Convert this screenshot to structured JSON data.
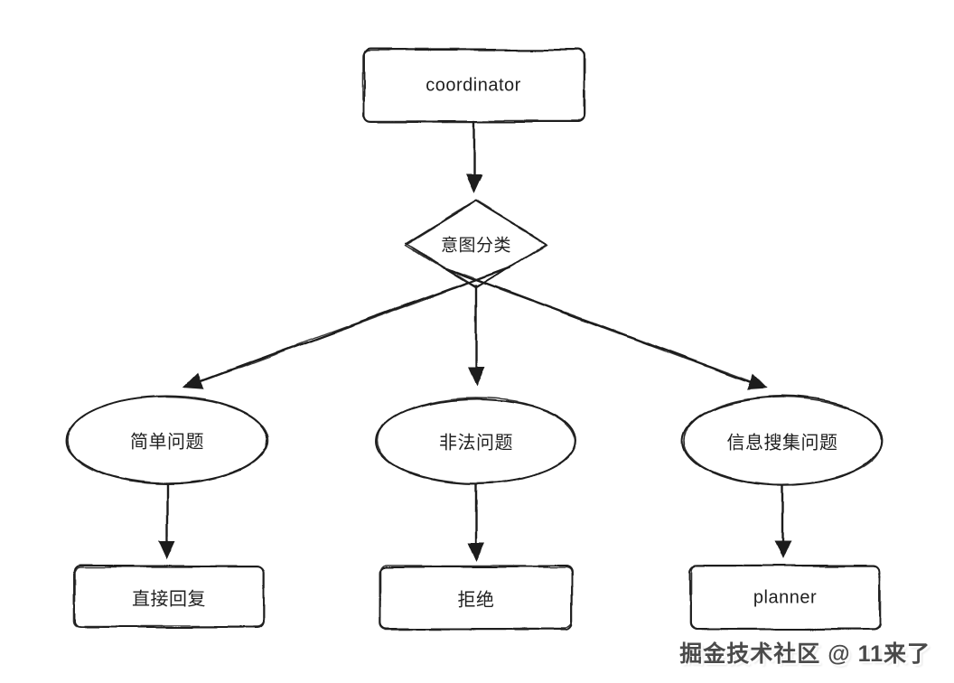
{
  "diagram": {
    "type": "flowchart",
    "style": "hand-drawn",
    "stroke_color": "#1e1e1e",
    "background_color": "#ffffff",
    "nodes": {
      "coordinator": {
        "label": "coordinator",
        "shape": "rectangle"
      },
      "intent": {
        "label": "意图分类",
        "shape": "diamond"
      },
      "simple": {
        "label": "简单问题",
        "shape": "ellipse"
      },
      "illegal": {
        "label": "非法问题",
        "shape": "ellipse"
      },
      "info_gathering": {
        "label": "信息搜集问题",
        "shape": "ellipse"
      },
      "direct_reply": {
        "label": "直接回复",
        "shape": "rectangle"
      },
      "reject": {
        "label": "拒绝",
        "shape": "rectangle"
      },
      "planner": {
        "label": "planner",
        "shape": "rectangle"
      }
    },
    "edges": [
      {
        "from": "coordinator",
        "to": "intent"
      },
      {
        "from": "intent",
        "to": "simple"
      },
      {
        "from": "intent",
        "to": "illegal"
      },
      {
        "from": "intent",
        "to": "info_gathering"
      },
      {
        "from": "simple",
        "to": "direct_reply"
      },
      {
        "from": "illegal",
        "to": "reject"
      },
      {
        "from": "info_gathering",
        "to": "planner"
      }
    ]
  },
  "watermark": {
    "text": "掘金技术社区 @ 11来了",
    "color": "#4a4a4a"
  }
}
